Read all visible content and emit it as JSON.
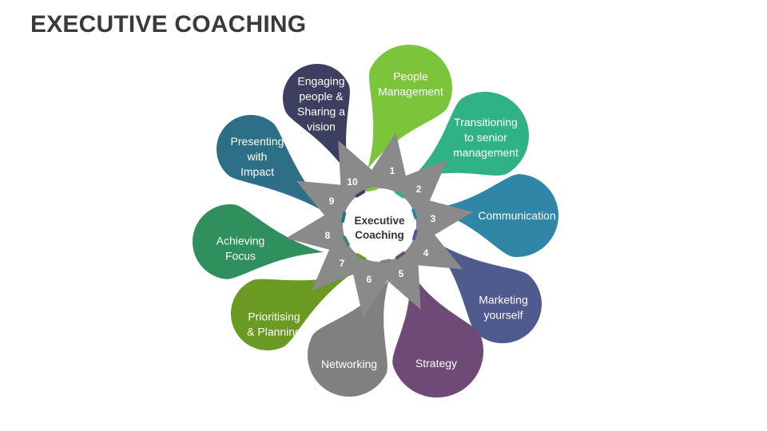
{
  "title": "EXECUTIVE COACHING",
  "center": {
    "lines": [
      "Executive",
      "Coaching"
    ]
  },
  "petals": [
    {
      "number": "1",
      "label_lines": [
        "People",
        "Management"
      ],
      "color": "#7cc53a"
    },
    {
      "number": "2",
      "label_lines": [
        "Transitioning",
        "to senior",
        "management"
      ],
      "color": "#2fb384"
    },
    {
      "number": "3",
      "label_lines": [
        "Communication"
      ],
      "color": "#2f86a6"
    },
    {
      "number": "4",
      "label_lines": [
        "Marketing",
        "yourself"
      ],
      "color": "#4f5a8f"
    },
    {
      "number": "5",
      "label_lines": [
        "Strategy"
      ],
      "color": "#6f4a77"
    },
    {
      "number": "6",
      "label_lines": [
        "Networking"
      ],
      "color": "#808080"
    },
    {
      "number": "7",
      "label_lines": [
        "Prioritising",
        "& Planning"
      ],
      "color": "#6a9a22"
    },
    {
      "number": "8",
      "label_lines": [
        "Achieving",
        "Focus"
      ],
      "color": "#2f8f5d"
    },
    {
      "number": "9",
      "label_lines": [
        "Presenting",
        "with",
        "Impact"
      ],
      "color": "#2d6f86"
    },
    {
      "number": "10",
      "label_lines": [
        "Engaging",
        "people &",
        "Sharing a",
        "vision"
      ],
      "color": "#3d3f61"
    }
  ],
  "star_color": "#8a8a8a",
  "hub_color": "#ffffff"
}
